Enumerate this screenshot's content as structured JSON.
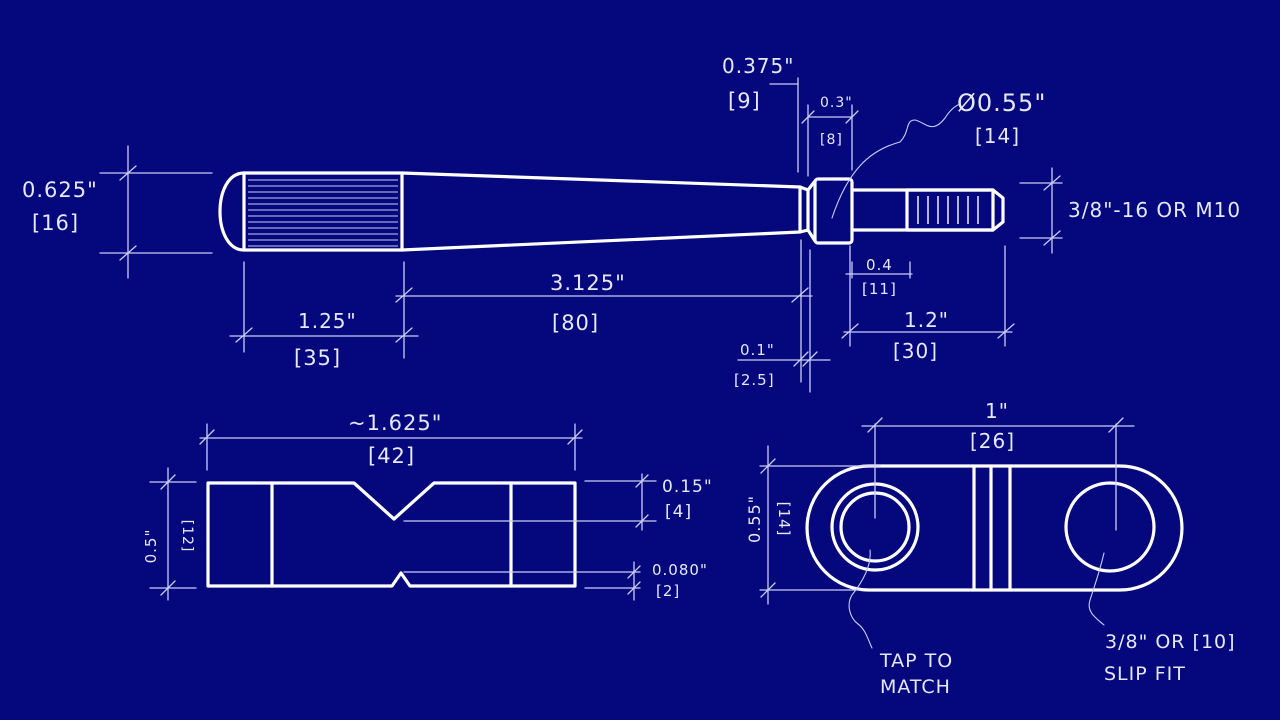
{
  "colors": {
    "background": "#05077d",
    "linework": "#ffffff",
    "dimension": "#c9cdf6"
  },
  "handle": {
    "dia_in": "0.625\"",
    "dia_mm": "[16]",
    "knurl_in": "1.25\"",
    "knurl_mm": "[35]",
    "taper_in": "3.125\"",
    "taper_mm": "[80]",
    "neck_in": "0.375\"",
    "neck_mm": "[9]",
    "collar_in": "0.3\"",
    "collar_mm": "[8]",
    "collar_dia": "Ø0.55\"",
    "collar_dia_mm": "[14]",
    "gap_in": "0.1\"",
    "gap_mm": "[2.5]",
    "stub_in": "0.4",
    "stub_mm": "[11]",
    "thread_in": "1.2\"",
    "thread_mm": "[30]",
    "thread_spec": "3/8\"-16 OR M10"
  },
  "vblock": {
    "length_in": "~1.625\"",
    "length_mm": "[42]",
    "height_in": "0.5\"",
    "height_mm": "[12]",
    "top_v_in": "0.15\"",
    "top_v_mm": "[4]",
    "bottom_v_in": "0.080\"",
    "bottom_v_mm": "[2]"
  },
  "link": {
    "spacing_in": "1\"",
    "spacing_mm": "[26]",
    "height_in": "0.55\"",
    "height_mm": "[14]",
    "note_left_1": "TAP TO",
    "note_left_2": "MATCH",
    "note_right_1": "3/8\" OR [10]",
    "note_right_2": "SLIP FIT"
  }
}
